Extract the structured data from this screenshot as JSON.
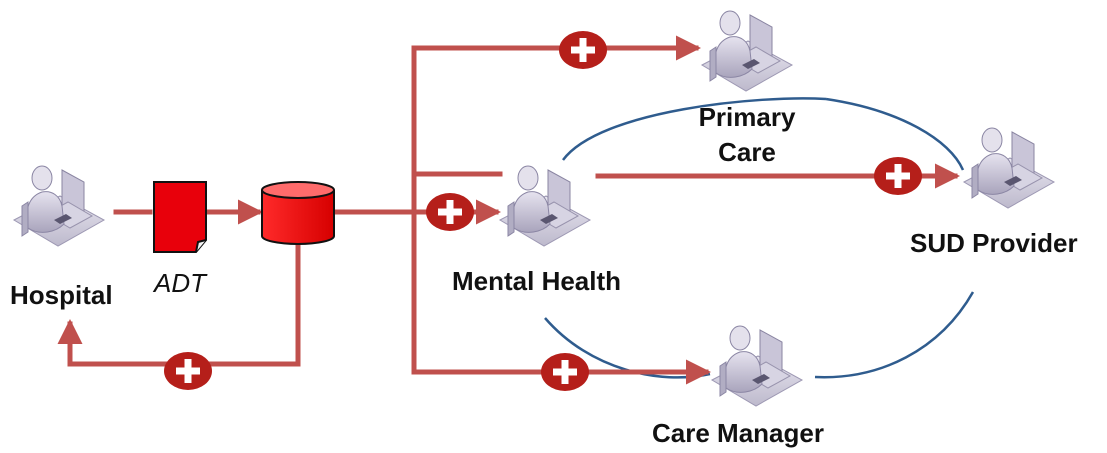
{
  "labels": {
    "hospital": "Hospital",
    "adt": "ADT",
    "primary_care_line1": "Primary",
    "primary_care_line2": "Care",
    "mental_health": "Mental Health",
    "sud_provider": "SUD Provider",
    "care_manager": "Care Manager"
  },
  "colors": {
    "arrow": "#c0504d",
    "plus_badge": "#b51f1a",
    "red_shape": "#e8000b",
    "circle": "#2f5c8e"
  },
  "icons": {
    "person": "person-at-computer-icon",
    "document": "document-icon",
    "database": "database-icon",
    "plus": "plus-badge-icon"
  }
}
